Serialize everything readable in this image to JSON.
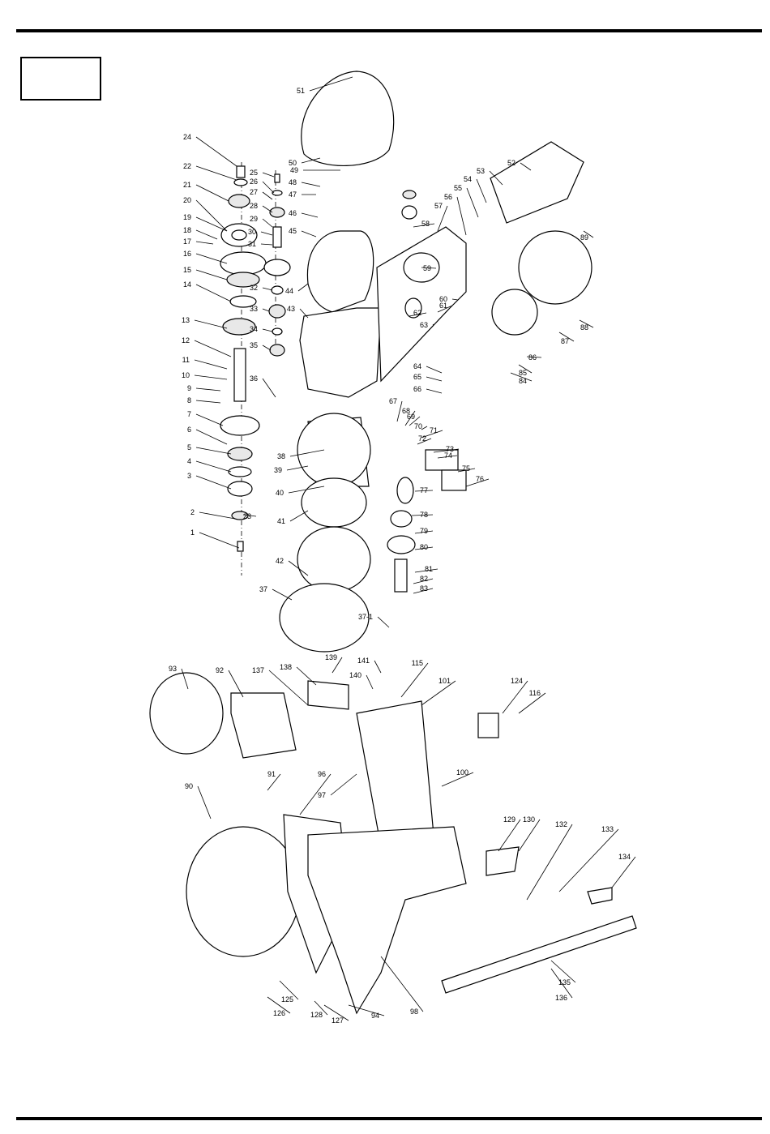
{
  "figure_label": "",
  "part_labels": [
    "1",
    "2",
    "3",
    "4",
    "5",
    "6",
    "7",
    "8",
    "9",
    "10",
    "11",
    "12",
    "13",
    "14",
    "15",
    "16",
    "17",
    "18",
    "19",
    "20",
    "21",
    "22",
    "23",
    "24",
    "25",
    "26",
    "27",
    "28",
    "29",
    "30",
    "31",
    "32",
    "33",
    "34",
    "35",
    "36",
    "37",
    "37-1",
    "38",
    "39",
    "40",
    "41",
    "42",
    "43",
    "44",
    "45",
    "46",
    "47",
    "48",
    "49",
    "50",
    "51",
    "52",
    "53",
    "54",
    "55",
    "56",
    "57",
    "58",
    "59",
    "60",
    "61",
    "62",
    "63",
    "64",
    "65",
    "66",
    "67",
    "68",
    "69",
    "70",
    "71",
    "72",
    "73",
    "74",
    "75",
    "76",
    "77",
    "78",
    "79",
    "80",
    "81",
    "82",
    "83",
    "84",
    "85",
    "86",
    "87",
    "88",
    "89",
    "90",
    "91",
    "92",
    "93",
    "94",
    "96",
    "97",
    "98",
    "100",
    "101",
    "115",
    "116",
    "124",
    "125",
    "126",
    "127",
    "128",
    "129",
    "130",
    "132",
    "133",
    "134",
    "135",
    "136",
    "137",
    "138",
    "139",
    "140",
    "141"
  ]
}
